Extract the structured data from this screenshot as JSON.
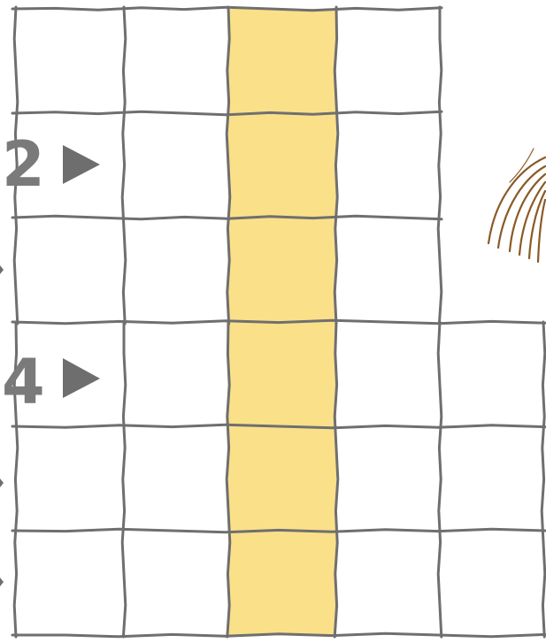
{
  "board": {
    "highlight_color": "#FBE08A",
    "grid_line_color": "#6F6F6F",
    "clue_color": "#7A7A7A",
    "decoration_color": "#8A5A26",
    "rows": [
      {
        "clue_label": "2",
        "row_number": 2
      },
      {
        "clue_label": "4",
        "row_number": 4
      }
    ]
  }
}
